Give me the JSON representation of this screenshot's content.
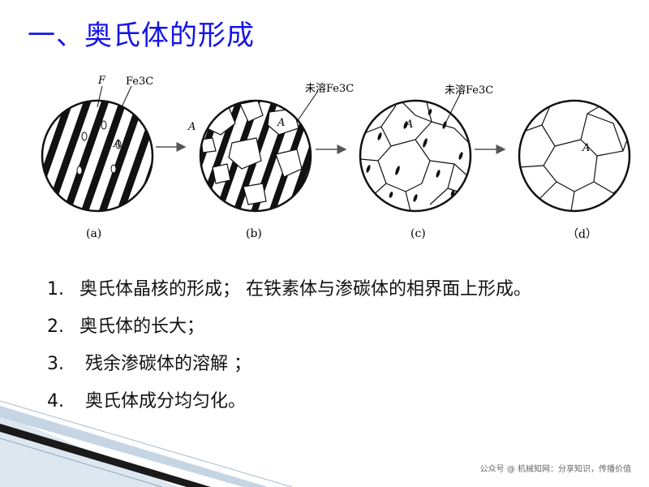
{
  "title": "一、奥氏体的形成",
  "diagram": {
    "panel_a": {
      "caption": "(a)",
      "label_f": "F",
      "label_fe3c": "Fe3C",
      "label_a": "A"
    },
    "panel_b": {
      "caption": "(b)",
      "label_a_left": "A",
      "label_a_right": "A",
      "label_undissolved": "未溶Fe3C"
    },
    "panel_c": {
      "caption": "(c)",
      "label_a": "A",
      "label_undissolved": "未溶Fe3C"
    },
    "panel_d": {
      "caption": "（d）",
      "label_a": "A"
    }
  },
  "steps": [
    {
      "num": "1.",
      "text": "奥氏体晶核的形成； 在铁素体与渗碳体的相界面上形成。"
    },
    {
      "num": "2.",
      "text": "奥氏体的长大；"
    },
    {
      "num": "3.",
      "text": " 残余渗碳体的溶解 ；"
    },
    {
      "num": "4.",
      "text": " 奥氏体成分均匀化。"
    }
  ],
  "footer": "公众号 @ 机械知网：分享知识，传播价值"
}
